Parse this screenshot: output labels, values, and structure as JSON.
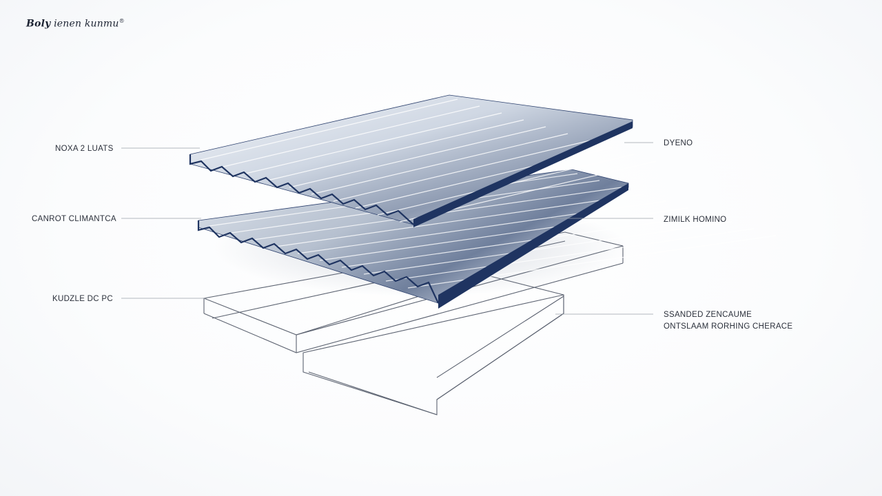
{
  "logo": {
    "brand": "Boly",
    "rest": " ienen kunmu",
    "mark": "®"
  },
  "labels": {
    "top_left": "NOXA 2 LUATS",
    "middle_left": "CANROT CLIMANTCA",
    "bottom_left": "KUDZLE DC PC",
    "top_right": "DYENO",
    "middle_right": "ZIMILK HOMINO",
    "bottom_right_line1": "SSANDED ZENCAUME",
    "bottom_right_line2": "ONTSLAAM RORHING CHERACE"
  },
  "colors": {
    "sheet_light": "#e9edf3",
    "sheet_mid": "#a9b4c6",
    "sheet_dark": "#2b3f6c",
    "edge": "#1f3461",
    "frame": "#5b6270",
    "leader": "#9aa0aa"
  }
}
